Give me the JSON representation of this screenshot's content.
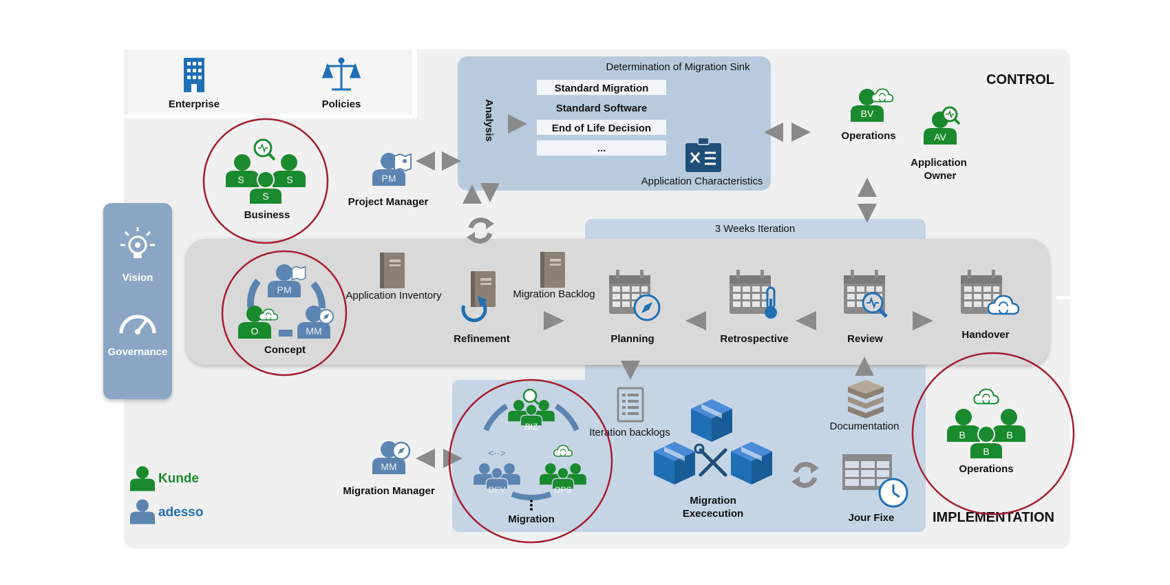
{
  "sections": {
    "control": "CONTROL",
    "implementation": "IMPLEMENTATION"
  },
  "top_items": {
    "enterprise": "Enterprise",
    "policies": "Policies"
  },
  "left_panel": {
    "vision": "Vision",
    "governance": "Governance"
  },
  "roles": {
    "business": {
      "label": "Business",
      "badges": [
        "S",
        "S",
        "S"
      ]
    },
    "project_manager": {
      "label": "Project Manager",
      "badge": "PM"
    },
    "operations_top": {
      "label": "Operations",
      "badge": "BV"
    },
    "application_owner": {
      "label_line1": "Application",
      "label_line2": "Owner",
      "badge": "AV"
    },
    "concept": {
      "label": "Concept",
      "badges": [
        "PM",
        "O",
        "MM"
      ]
    },
    "migration_manager": {
      "label": "Migration Manager",
      "badge": "MM"
    },
    "migration": {
      "label": "Migration",
      "badges": [
        "BIZ",
        "DEV",
        "OPS"
      ]
    },
    "operations_bottom": {
      "label": "Operations",
      "badges": [
        "B",
        "B",
        "B"
      ]
    }
  },
  "analysis_box": {
    "title": "Determination of Migration Sink",
    "side_label": "Analysis",
    "options": [
      "Standard Migration",
      "Standard Software",
      "End of Life Decision",
      "..."
    ],
    "characteristics": "Application Characteristics"
  },
  "iteration_label": "3 Weeks Iteration",
  "process": {
    "application_inventory": "Application Inventory",
    "refinement": "Refinement",
    "migration_backlog": "Migration Backlog",
    "planning": "Planning",
    "retrospective": "Retrospective",
    "review": "Review",
    "handover": "Handover"
  },
  "implementation_items": {
    "iteration_backlogs": "Iteration backlogs",
    "documentation": "Documentation",
    "migration_execution_line1": "Migration",
    "migration_execution_line2": "Exececution",
    "jour_fixe": "Jour Fixe"
  },
  "legend": [
    {
      "label": "Kunde",
      "color": "#1a8a2e"
    },
    {
      "label": "adesso",
      "color": "#1f6fb5"
    }
  ],
  "colors": {
    "green": "#1a8a2e",
    "person_blue": "#5b84b1",
    "icon_blue": "#1f6fb5",
    "icon_gray": "#8a8a8a",
    "box_blue": "#b8cbde",
    "band_gray": "#d9d9d9",
    "circle_red": "#a51d2d",
    "dark_navy": "#1f4e79"
  }
}
